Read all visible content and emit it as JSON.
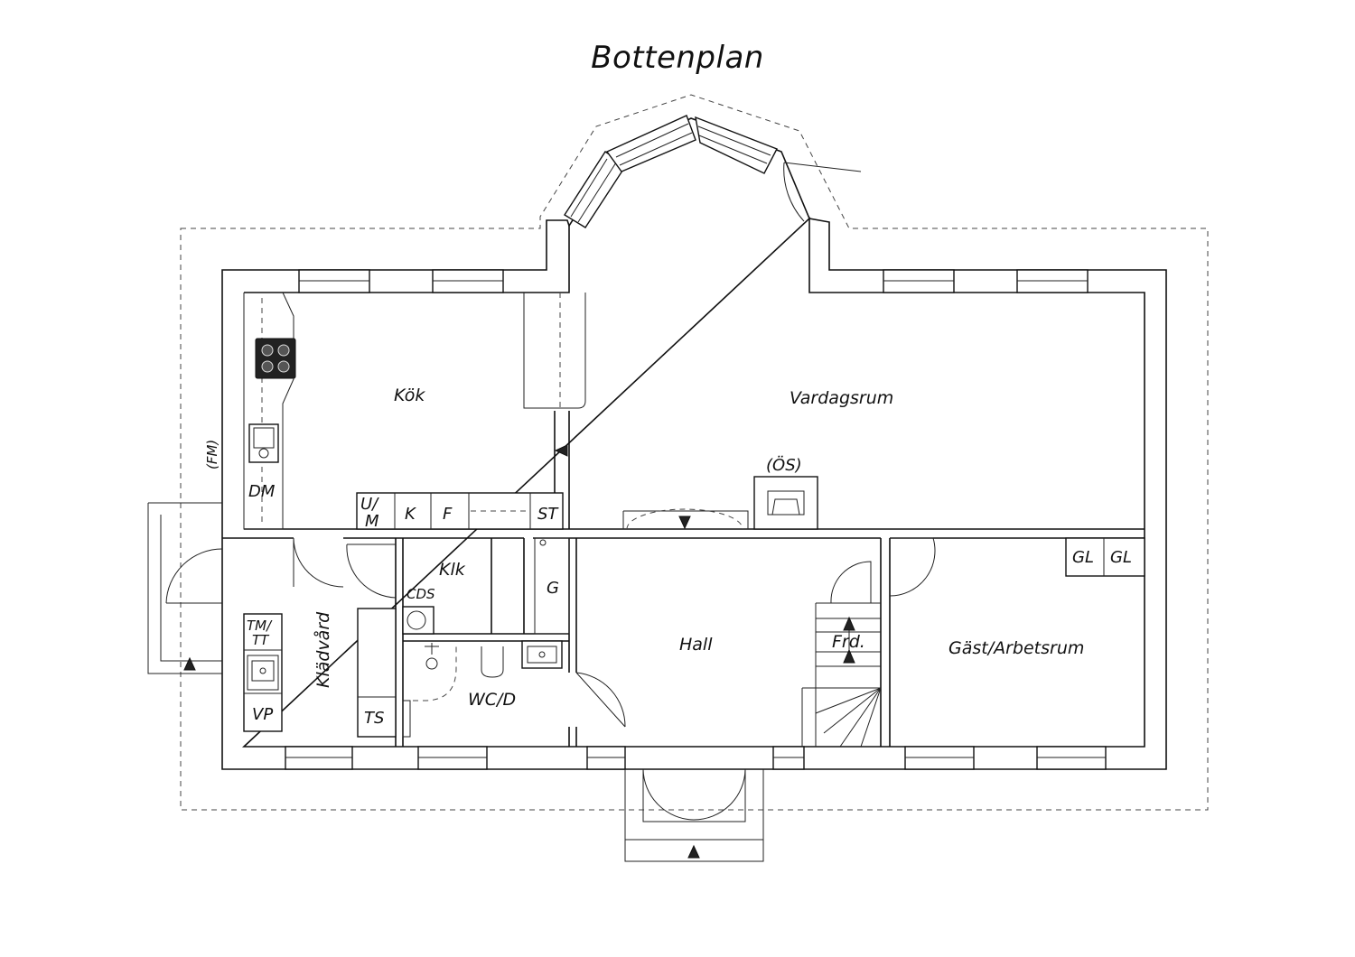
{
  "title": "Bottenplan",
  "rooms": {
    "kitchen": "Kök",
    "living": "Vardagsrum",
    "hall": "Hall",
    "guest": "Gäst/Arbetsrum",
    "wc": "WC/D",
    "laundry": "Klädvård",
    "closet": "Klk",
    "stairs": "Frd."
  },
  "fixtures": {
    "fm": "(FM)",
    "dm": "DM",
    "um_top": "U/",
    "um_bottom": "M",
    "k": "K",
    "f": "F",
    "st": "ST",
    "os": "(ÖS)",
    "gl1": "GL",
    "gl2": "GL",
    "g": "G",
    "cds": "CDS",
    "tmtt_top": "TM/",
    "tmtt_bottom": "TT",
    "vp": "VP",
    "ts": "TS"
  }
}
